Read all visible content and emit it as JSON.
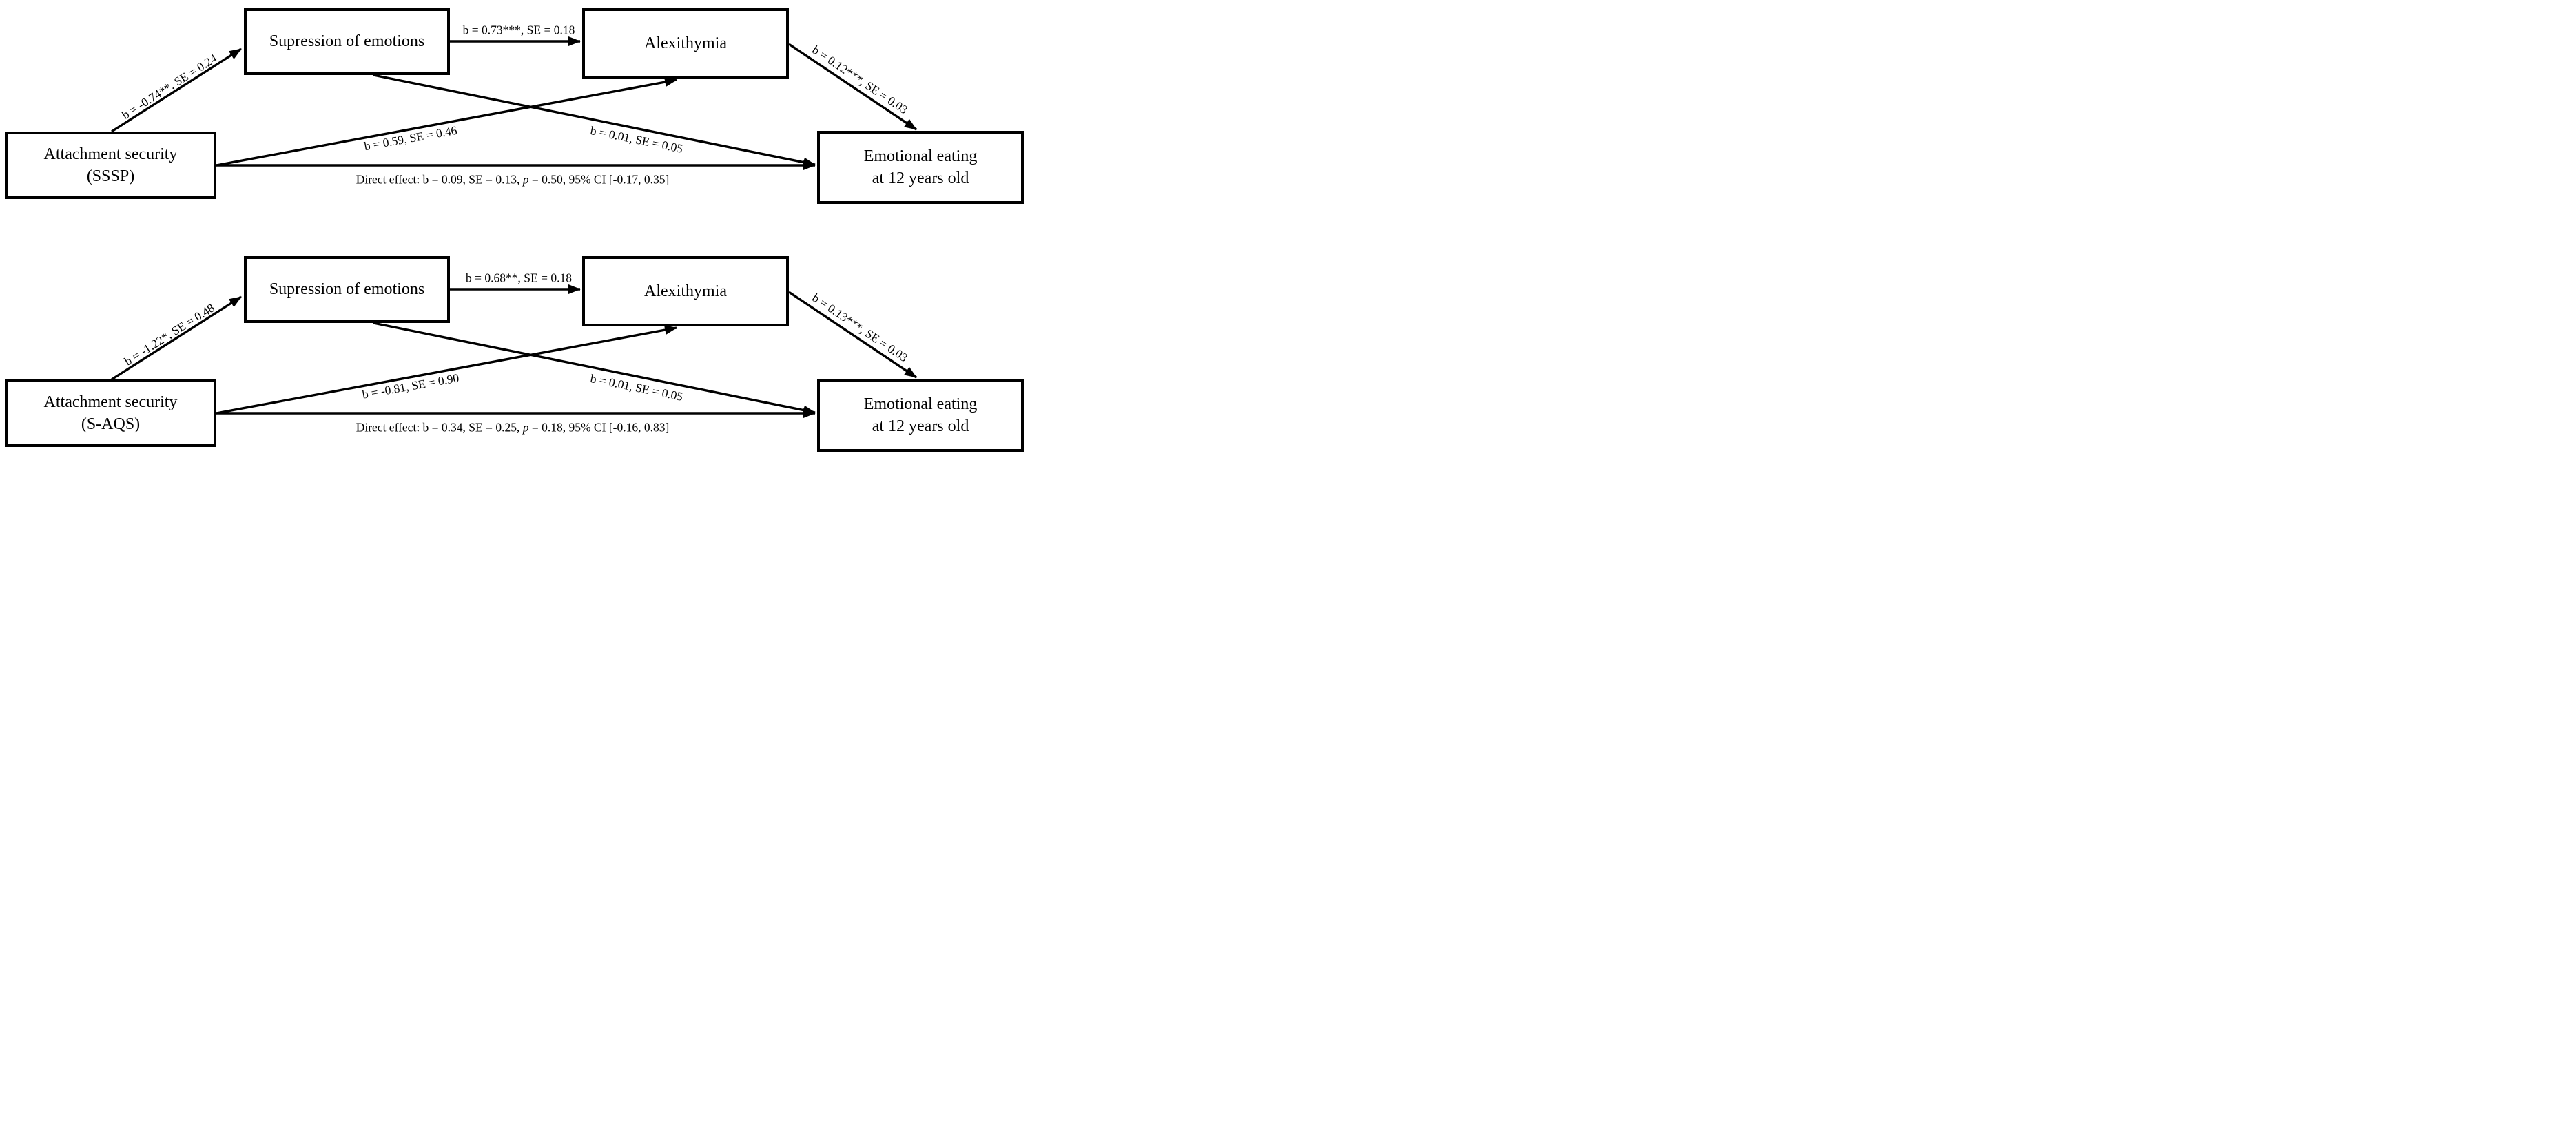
{
  "figure": {
    "background_color": "#ffffff",
    "line_color": "#000000",
    "box_fill_color": "#ffffff"
  },
  "diagrams": [
    {
      "id": "top",
      "boxes": {
        "predictor": {
          "label": "Attachment security\n(SSSP)"
        },
        "mediator1": {
          "label": "Supression of emotions"
        },
        "mediator2": {
          "label": "Alexithymia"
        },
        "outcome": {
          "label": "Emotional eating\nat 12 years old"
        }
      },
      "paths": {
        "predictor_to_mediator1": "b = -0.74**, SE = 0.24",
        "mediator1_to_mediator2": "b = 0.73***, SE = 0.18",
        "mediator2_to_outcome": "b = 0.12***, SE = 0.03",
        "predictor_to_mediator2": "b = 0.59, SE = 0.46",
        "mediator1_to_outcome": "b = 0.01, SE = 0.05",
        "direct_effect": {
          "prefix": "Direct effect: b = 0.09, SE = 0.13, ",
          "p_symbol": "p",
          "suffix": " = 0.50, 95% CI [-0.17, 0.35]"
        }
      }
    },
    {
      "id": "bottom",
      "boxes": {
        "predictor": {
          "label": "Attachment security\n(S-AQS)"
        },
        "mediator1": {
          "label": "Supression of emotions"
        },
        "mediator2": {
          "label": "Alexithymia"
        },
        "outcome": {
          "label": "Emotional eating\nat 12 years old"
        }
      },
      "paths": {
        "predictor_to_mediator1": "b = -1.22*, SE = 0.48",
        "mediator1_to_mediator2": "b = 0.68**, SE = 0.18",
        "mediator2_to_outcome": "b = 0.13***, SE = 0.03",
        "predictor_to_mediator2": "b = -0.81, SE = 0.90",
        "mediator1_to_outcome": "b = 0.01, SE = 0.05",
        "direct_effect": {
          "prefix": "Direct effect: b = 0.34, SE = 0.25, ",
          "p_symbol": "p",
          "suffix": " = 0.18, 95% CI [-0.16, 0.83]"
        }
      }
    }
  ]
}
